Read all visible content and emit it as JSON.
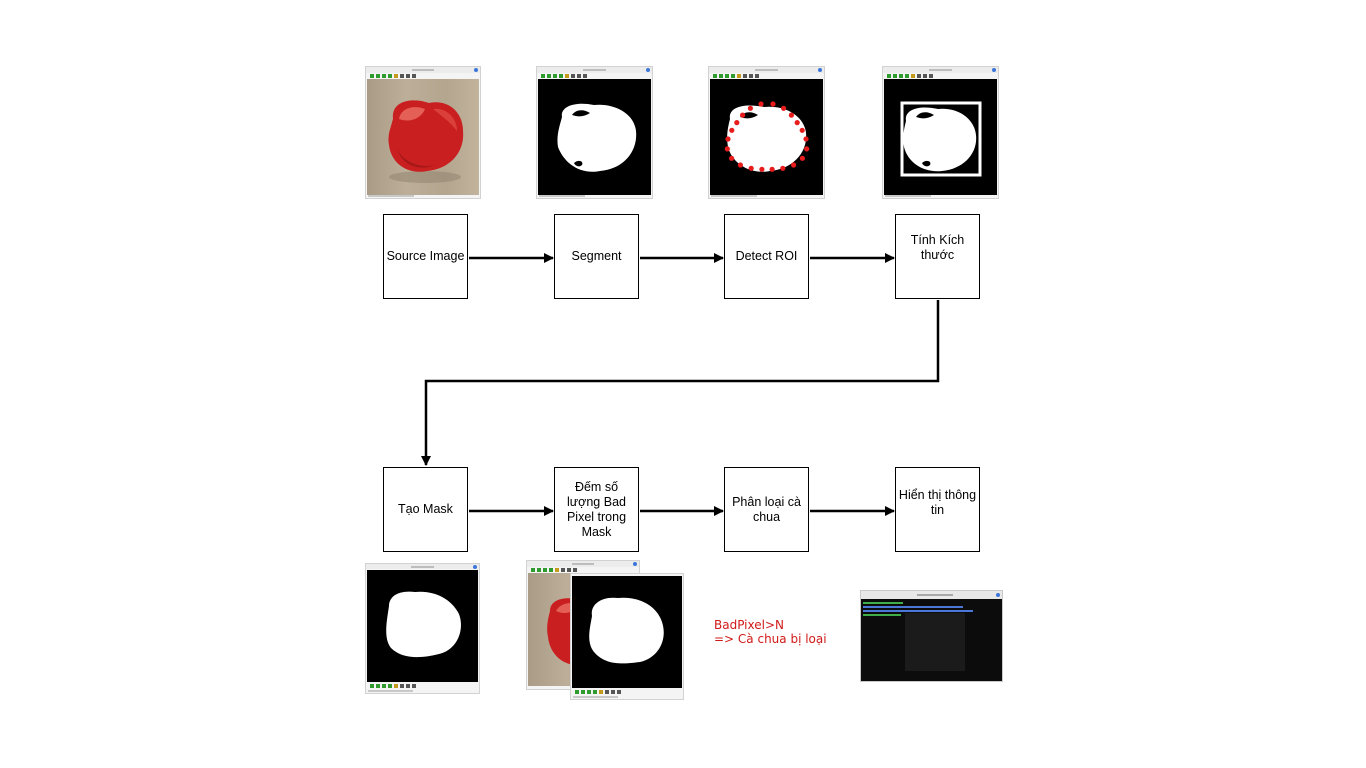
{
  "flow": {
    "row1": [
      {
        "id": "source-image",
        "label": "Source Image"
      },
      {
        "id": "segment",
        "label": "Segment"
      },
      {
        "id": "detect-roi",
        "label": "Detect ROI"
      },
      {
        "id": "tinh-kich-thuoc",
        "label": "Tính Kích thước"
      }
    ],
    "row2": [
      {
        "id": "tao-mask",
        "label": "Tạo Mask"
      },
      {
        "id": "dem-bad-pixel",
        "label": "Đếm số lượng Bad Pixel trong Mask"
      },
      {
        "id": "phan-loai",
        "label": "Phân loại cà chua"
      },
      {
        "id": "hien-thi-thong-tin",
        "label": "Hiển thị thông tin"
      }
    ]
  },
  "result": {
    "line1": "BadPixel>N",
    "line2": "=> Cà chua bị loại"
  },
  "colors": {
    "annotation": "#d01a1a",
    "tomato": "#d42a2a",
    "roi_dots": "#e81c1c",
    "mask_bg": "#000000",
    "mask_fg": "#ffffff"
  },
  "icons": {
    "window_toolbar": [
      "back-arrow-icon",
      "forward-arrow-icon",
      "up-arrow-icon",
      "down-arrow-icon",
      "save-icon",
      "zoom-icon",
      "copy-icon",
      "properties-icon"
    ],
    "window_close": "close-icon"
  }
}
